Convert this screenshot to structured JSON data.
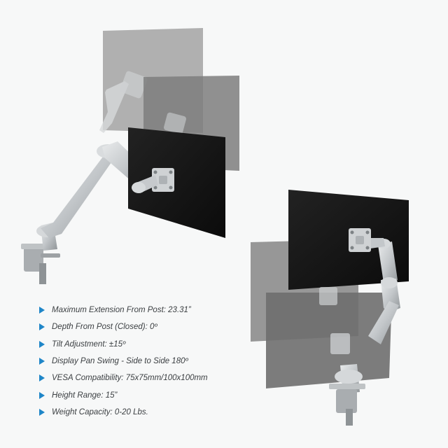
{
  "colors": {
    "background": "#f7f8f8",
    "bullet": "#1f86c8",
    "spec_text": "#3b3f42",
    "monitor_black": "#141414",
    "monitor_ghost": "#9a9a9a",
    "arm_silver": "#c9ccce"
  },
  "icons": {
    "bullet": "triangle-right-icon"
  },
  "specs": [
    "Maximum Extension From Post: 23.31”",
    "Depth From Post (Closed): 0º",
    "Tilt Adjustment: ±15º",
    "Display Pan Swing - Side to Side 180º",
    "VESA Compatibility: 75x75mm/100x100mm",
    "Height Range: 15”",
    "Weight Capacity: 0-20 Lbs."
  ]
}
